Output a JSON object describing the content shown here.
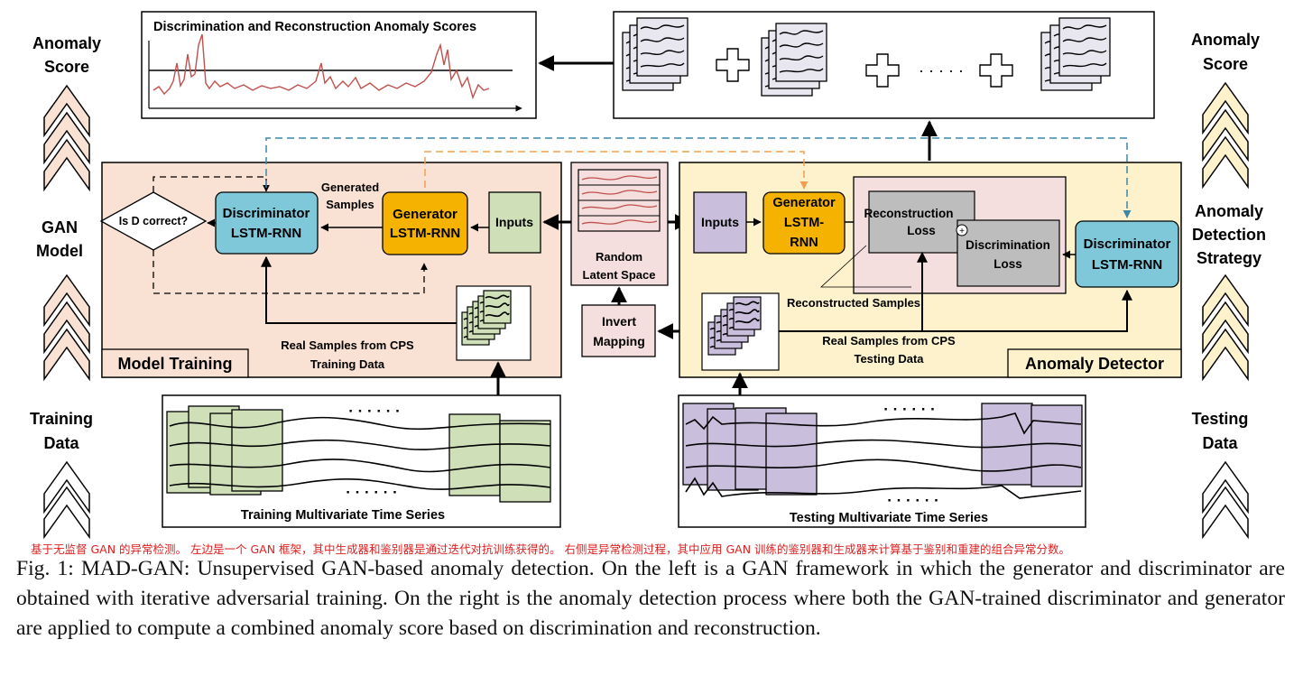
{
  "figure": {
    "side_left": {
      "anomaly_score": [
        "Anomaly",
        "Score"
      ],
      "gan_model": [
        "GAN",
        "Model"
      ],
      "training_data": [
        "Training",
        "Data"
      ]
    },
    "side_right": {
      "anomaly_score": [
        "Anomaly",
        "Score"
      ],
      "strategy": [
        "Anomaly",
        "Detection",
        "Strategy"
      ],
      "testing_data": [
        "Testing",
        "Data"
      ]
    },
    "score_panel_title": "Discrimination and Reconstruction Anomaly  Scores",
    "model_training": {
      "title": "Model Training",
      "decision": "Is D correct?",
      "discriminator": [
        "Discriminator",
        "LSTM-RNN"
      ],
      "generator": [
        "Generator",
        "LSTM-RNN"
      ],
      "inputs": "Inputs",
      "generated_samples": [
        "Generated",
        "Samples"
      ],
      "real_samples": [
        "Real Samples from CPS",
        "Training Data"
      ]
    },
    "latent": {
      "random_latent": [
        "Random",
        "Latent Space"
      ],
      "invert_mapping": [
        "Invert",
        "Mapping"
      ]
    },
    "anomaly_detector": {
      "title": "Anomaly Detector",
      "inputs": "Inputs",
      "generator": [
        "Generator",
        "LSTM-",
        "RNN"
      ],
      "reconstruction_loss": [
        "Reconstruction",
        "Loss"
      ],
      "discrimination_loss": [
        "Discrimination",
        "Loss"
      ],
      "plus_symbol": "+",
      "discriminator": [
        "Discriminator",
        "LSTM-RNN"
      ],
      "reconstructed_samples": "Reconstructed Samples",
      "real_samples": [
        "Real Samples from CPS",
        "Testing Data"
      ]
    },
    "plus": "+",
    "dots": "· · · · ·",
    "ts_dots": "· · ·  · · ·",
    "training_ts_title": "Training Multivariate Time Series",
    "testing_ts_title": "Testing Multivariate Time Series",
    "colors": {
      "training_bg": "#f9e1d4",
      "detector_bg": "#fdf2cc",
      "latent_bg": "#f4dede",
      "discriminator": "#7ec8da",
      "generator": "#f5b300",
      "inputs_green": "#cfe0b8",
      "inputs_purple": "#c9bedb",
      "loss_gray": "#bdbdbd",
      "dash_blue": "#3a87a8",
      "dash_orange": "#f0a050",
      "signal_red": "#c0504d"
    }
  },
  "caption_zh": "基于无监督 GAN 的异常检测。 左边是一个 GAN 框架，其中生成器和鉴别器是通过迭代对抗训练获得的。 右侧是异常检测过程，其中应用 GAN 训练的鉴别器和生成器来计算基于鉴别和重建的组合异常分数。",
  "caption": "Fig. 1: MAD-GAN: Unsupervised GAN-based anomaly detection. On the left is a GAN framework in which the generator and discriminator are obtained with iterative adversarial training. On the right is the anomaly detection process where both the GAN-trained discriminator and generator are applied to compute a combined anomaly score based on discrimination and reconstruction."
}
